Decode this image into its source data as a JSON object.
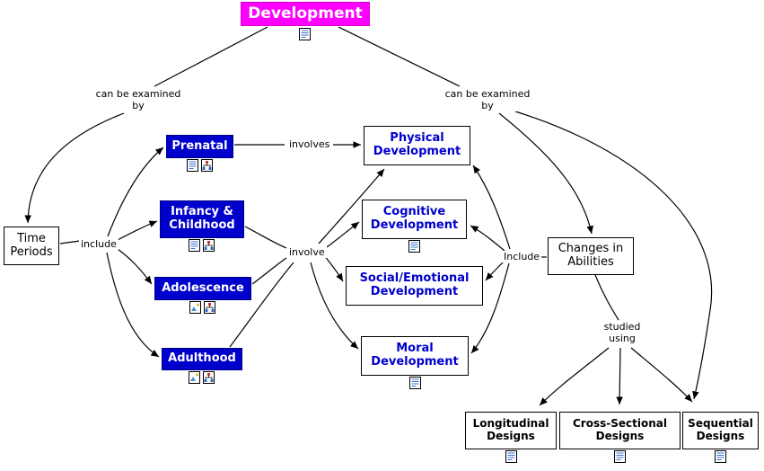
{
  "diagram": {
    "title": "Development",
    "type": "concept-map"
  },
  "colors": {
    "root_fill": "#FF00FF",
    "stage_fill": "#0000CD",
    "stage_text": "#FFFFFF",
    "category_text": "#0000CD",
    "plain_text": "#000000",
    "line": "#000000"
  },
  "nodes": {
    "development": {
      "label": "Development"
    },
    "time_periods": {
      "label": "Time Periods"
    },
    "prenatal": {
      "label": "Prenatal"
    },
    "infancy": {
      "label": "Infancy & Childhood"
    },
    "adolescence": {
      "label": "Adolescence"
    },
    "adulthood": {
      "label": "Adulthood"
    },
    "physical": {
      "label": "Physical Development"
    },
    "cognitive": {
      "label": "Cognitive Development"
    },
    "social_emotional": {
      "label": "Social/Emotional Development"
    },
    "moral": {
      "label": "Moral Development"
    },
    "changes": {
      "label": "Changes in Abilities"
    },
    "longitudinal": {
      "label": "Longitudinal Designs"
    },
    "cross_sectional": {
      "label": "Cross-Sectional Designs"
    },
    "sequential": {
      "label": "Sequential Designs"
    }
  },
  "link_labels": {
    "examined_left": "can be examined by",
    "examined_right": "can be examined by",
    "include_left": "include",
    "involves": "involves",
    "involve": "involve",
    "include_right": "Include",
    "studied_using": "studied using"
  },
  "icons": {
    "development": [
      "document-icon"
    ],
    "prenatal": [
      "document-icon",
      "hierarchy-icon"
    ],
    "infancy": [
      "document-icon",
      "hierarchy-icon"
    ],
    "adolescence": [
      "image-icon",
      "hierarchy-icon"
    ],
    "adulthood": [
      "image-icon",
      "hierarchy-icon"
    ],
    "cognitive": [
      "document-icon"
    ],
    "moral": [
      "document-icon"
    ],
    "longitudinal": [
      "document-icon"
    ],
    "cross_sectional": [
      "document-icon"
    ],
    "sequential": [
      "document-icon"
    ]
  },
  "edges": [
    {
      "from": "Development",
      "label": "can be examined by",
      "to": "Time Periods"
    },
    {
      "from": "Development",
      "label": "can be examined by",
      "to": "Changes in Abilities"
    },
    {
      "from": "Time Periods",
      "label": "include",
      "to": "Prenatal"
    },
    {
      "from": "Time Periods",
      "label": "include",
      "to": "Infancy & Childhood"
    },
    {
      "from": "Time Periods",
      "label": "include",
      "to": "Adolescence"
    },
    {
      "from": "Time Periods",
      "label": "include",
      "to": "Adulthood"
    },
    {
      "from": "Prenatal",
      "label": "involves",
      "to": "Physical Development"
    },
    {
      "from": "Infancy & Childhood / Adolescence / Adulthood",
      "label": "involve",
      "to": "Physical Development"
    },
    {
      "from": "Infancy & Childhood / Adolescence / Adulthood",
      "label": "involve",
      "to": "Cognitive Development"
    },
    {
      "from": "Infancy & Childhood / Adolescence / Adulthood",
      "label": "involve",
      "to": "Social/Emotional Development"
    },
    {
      "from": "Infancy & Childhood / Adolescence / Adulthood",
      "label": "involve",
      "to": "Moral Development"
    },
    {
      "from": "Changes in Abilities",
      "label": "Include",
      "to": "Physical Development"
    },
    {
      "from": "Changes in Abilities",
      "label": "Include",
      "to": "Cognitive Development"
    },
    {
      "from": "Changes in Abilities",
      "label": "Include",
      "to": "Social/Emotional Development"
    },
    {
      "from": "Changes in Abilities",
      "label": "Include",
      "to": "Moral Development"
    },
    {
      "from": "Changes in Abilities",
      "label": "studied using",
      "to": "Longitudinal Designs"
    },
    {
      "from": "Changes in Abilities",
      "label": "studied using",
      "to": "Cross-Sectional Designs"
    },
    {
      "from": "Changes in Abilities",
      "label": "studied using",
      "to": "Sequential Designs"
    }
  ]
}
